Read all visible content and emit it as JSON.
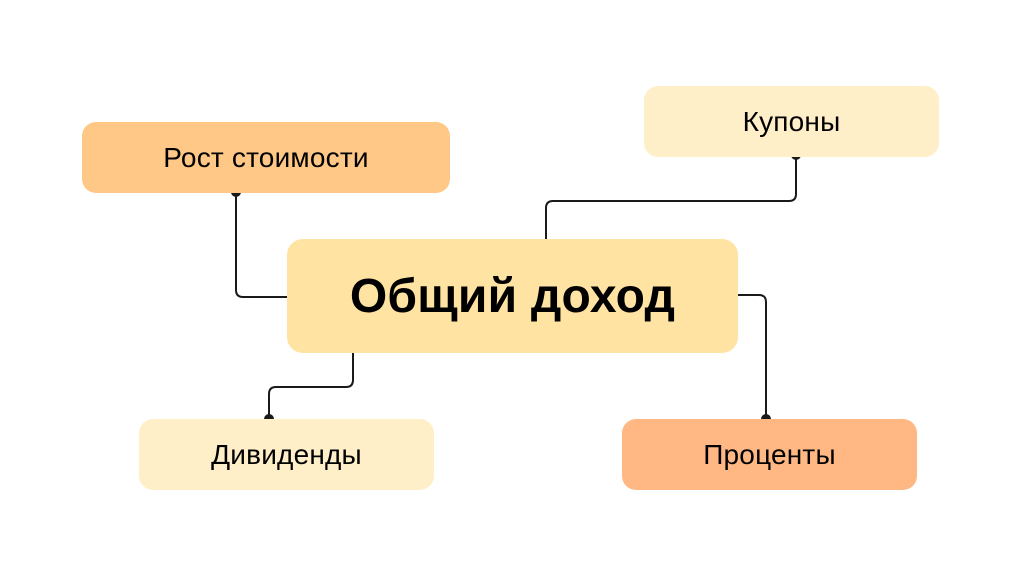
{
  "diagram": {
    "center": {
      "label": "Общий доход"
    },
    "nodes": {
      "growth": {
        "label": "Рост стоимости"
      },
      "coupons": {
        "label": "Купоны"
      },
      "dividends": {
        "label": "Дивиденды"
      },
      "interest": {
        "label": "Проценты"
      }
    },
    "colors": {
      "center": "#ffe3a3",
      "growth": "#ffc886",
      "coupons": "#ffefc9",
      "dividends": "#ffefc9",
      "interest": "#ffb884",
      "connector": "#1a1a1a"
    }
  }
}
